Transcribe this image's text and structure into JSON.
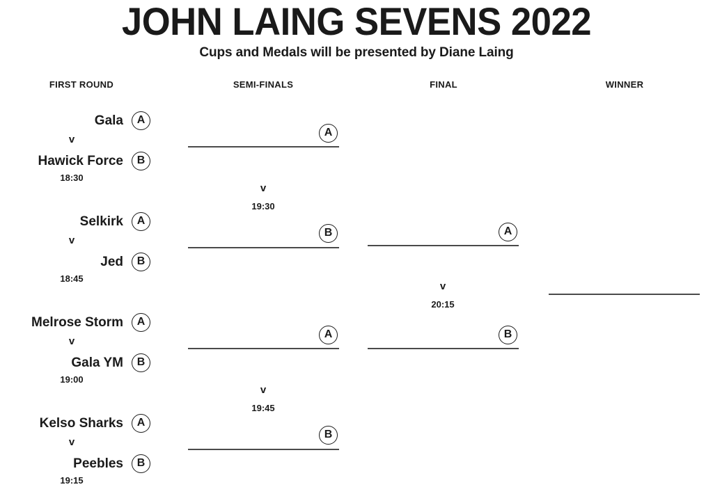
{
  "header": {
    "title": "JOHN LAING SEVENS 2022",
    "subtitle": "Cups and Medals will be presented by Diane Laing"
  },
  "columns": [
    {
      "label": "FIRST ROUND"
    },
    {
      "label": "SEMI-FINALS"
    },
    {
      "label": "FINAL"
    },
    {
      "label": "WINNER"
    }
  ],
  "badges": {
    "a": "A",
    "b": "B"
  },
  "separator": "v",
  "first_round": [
    {
      "team_a": "Gala",
      "badge_a": "A",
      "vs": "v",
      "team_b": "Hawick Force",
      "badge_b": "B",
      "time": "18:30"
    },
    {
      "team_a": "Selkirk",
      "badge_a": "A",
      "vs": "v",
      "team_b": "Jed",
      "badge_b": "B",
      "time": "18:45"
    },
    {
      "team_a": "Melrose Storm",
      "badge_a": "A",
      "vs": "v",
      "team_b": "Gala YM",
      "badge_b": "B",
      "time": "19:00"
    },
    {
      "team_a": "Kelso Sharks",
      "badge_a": "A",
      "vs": "v",
      "team_b": "Peebles",
      "badge_b": "B",
      "time": "19:15"
    }
  ],
  "semi_finals": [
    {
      "slot_a": "",
      "badge_a": "A",
      "vs": "v",
      "slot_b": "",
      "badge_b": "B",
      "time": "19:30"
    },
    {
      "slot_a": "",
      "badge_a": "A",
      "vs": "v",
      "slot_b": "",
      "badge_b": "B",
      "time": "19:45"
    }
  ],
  "final": {
    "slot_a": "",
    "badge_a": "A",
    "vs": "v",
    "slot_b": "",
    "badge_b": "B",
    "time": "20:15"
  },
  "winner": {
    "slot": ""
  },
  "colors": {
    "text": "#1a1a1a",
    "line": "#4a4a4a",
    "background": "#ffffff"
  }
}
